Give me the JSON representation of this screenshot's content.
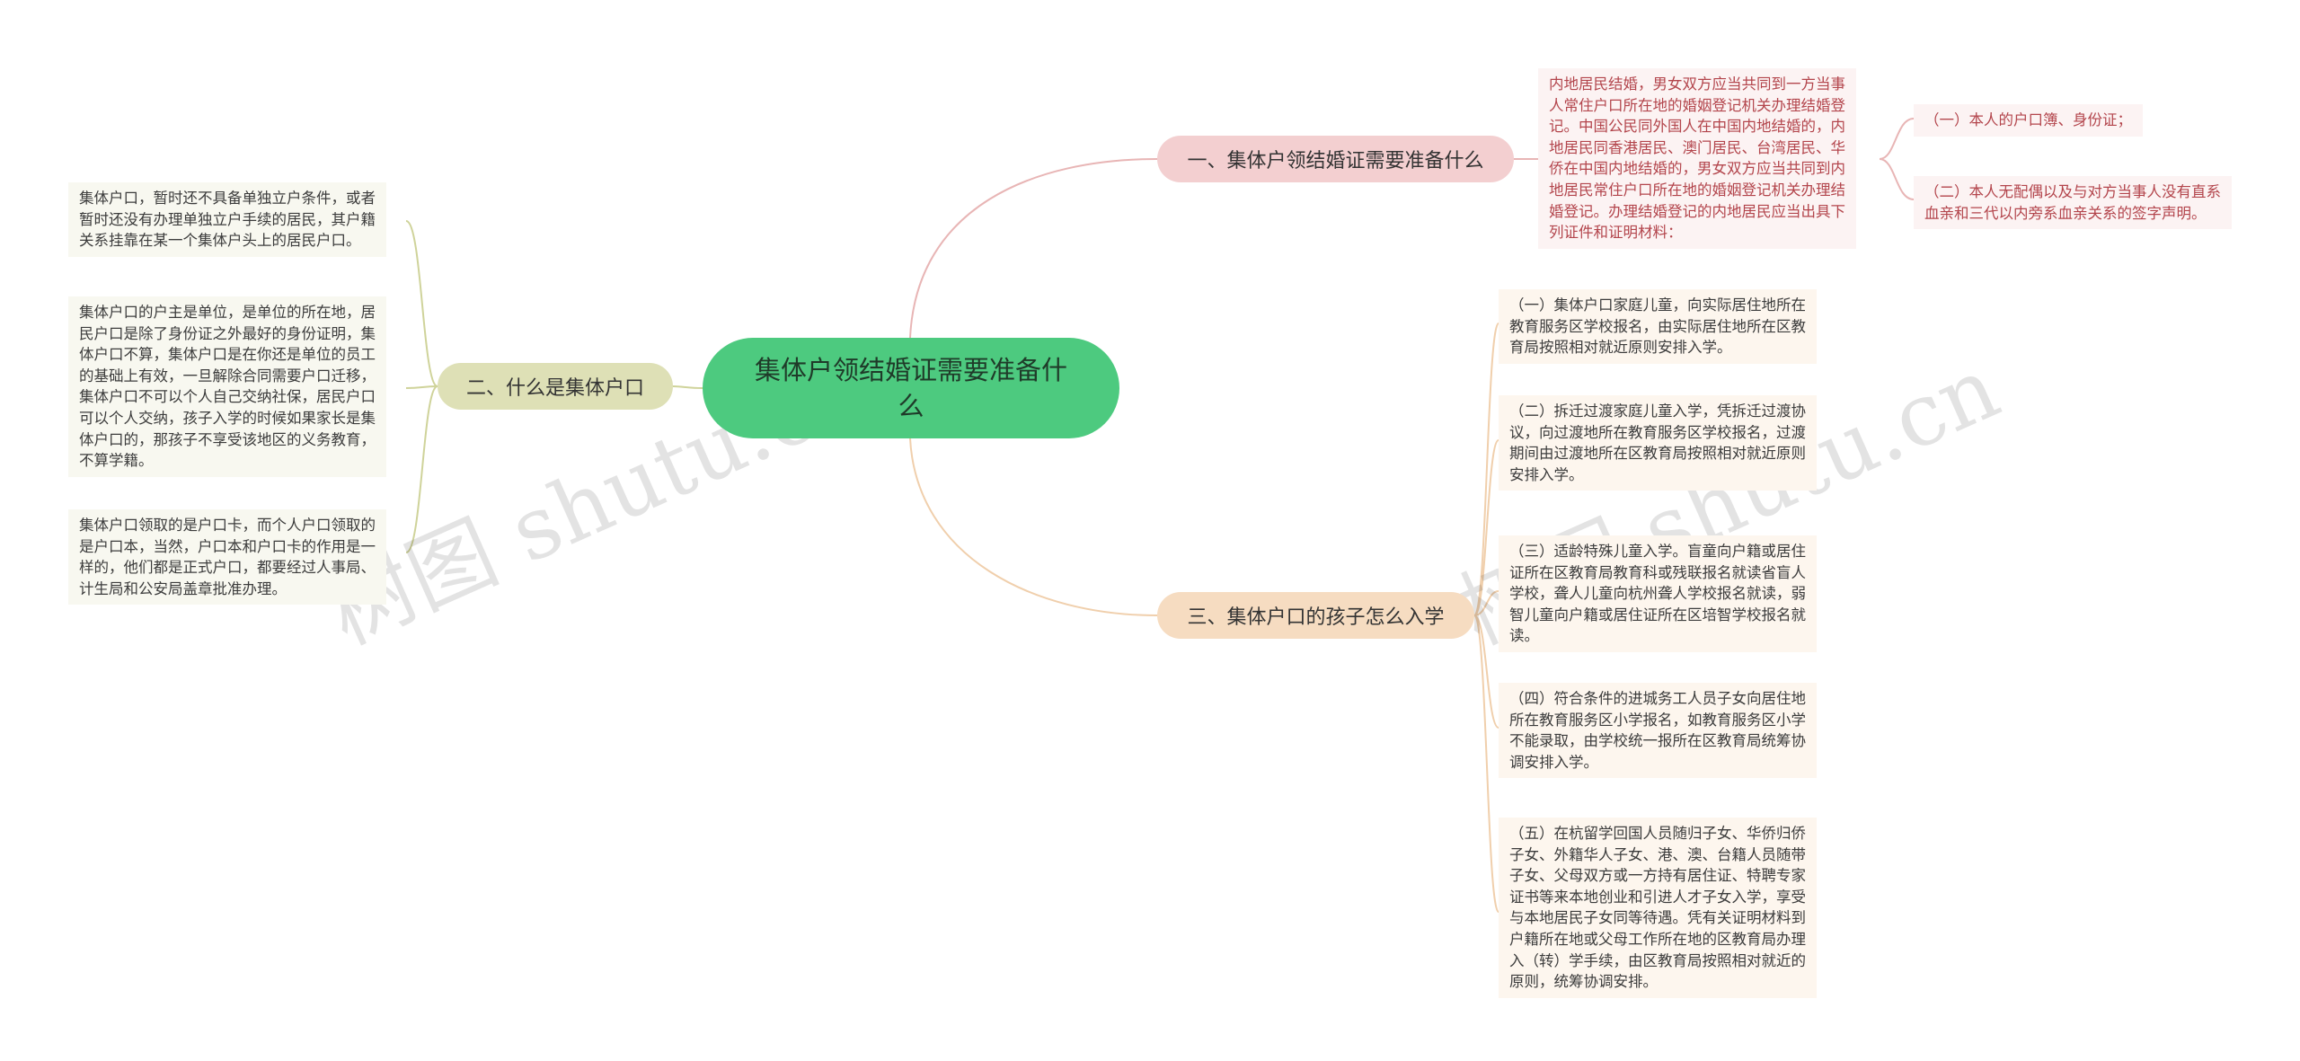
{
  "root": {
    "label": "集体户领结婚证需要准备什么"
  },
  "branches": [
    {
      "label": "一、集体户领结婚证需要准备什么",
      "details": [
        "内地居民结婚，男女双方应当共同到一方当事",
        "人常住户口所在地的婚姻登记机关办理结婚登",
        "记。中国公民同外国人在中国内地结婚的，内",
        "地居民同香港居民、澳门居民、台湾居民、华",
        "侨在中国内地结婚的，男女双方应当共同到内",
        "地居民常住户口所在地的婚姻登记机关办理结",
        "婚登记。办理结婚登记的内地居民应当出具下",
        "列证件和证明材料："
      ],
      "sub": [
        [
          "（一）本人的户口簿、身份证；"
        ],
        [
          "（二）本人无配偶以及与对方当事人没有直系",
          "血亲和三代以内旁系血亲关系的签字声明。"
        ]
      ]
    },
    {
      "label": "二、什么是集体户口",
      "leaves": [
        [
          "集体户口，暂时还不具备单独立户条件，或者",
          "暂时还没有办理单独立户手续的居民，其户籍",
          "关系挂靠在某一个集体户头上的居民户口。"
        ],
        [
          "集体户口的户主是单位，是单位的所在地，居",
          "民户口是除了身份证之外最好的身份证明，集",
          "体户口不算，集体户口是在你还是单位的员工",
          "的基础上有效，一旦解除合同需要户口迁移，",
          "集体户口不可以个人自己交纳社保，居民户口",
          "可以个人交纳，孩子入学的时候如果家长是集",
          "体户口的，那孩子不享受该地区的义务教育，",
          "不算学籍。"
        ],
        [
          "集体户口领取的是户口卡，而个人户口领取的",
          "是户口本，当然，户口本和户口卡的作用是一",
          "样的，他们都是正式户口，都要经过人事局、",
          "计生局和公安局盖章批准办理。"
        ]
      ]
    },
    {
      "label": "三、集体户口的孩子怎么入学",
      "leaves": [
        [
          "（一）集体户口家庭儿童，向实际居住地所在",
          "教育服务区学校报名，由实际居住地所在区教",
          "育局按照相对就近原则安排入学。"
        ],
        [
          "（二）拆迁过渡家庭儿童入学，凭拆迁过渡协",
          "议，向过渡地所在教育服务区学校报名，过渡",
          "期间由过渡地所在区教育局按照相对就近原则",
          "安排入学。"
        ],
        [
          "（三）适龄特殊儿童入学。盲童向户籍或居住",
          "证所在区教育局教育科或残联报名就读省盲人",
          "学校，聋人儿童向杭州聋人学校报名就读，弱",
          "智儿童向户籍或居住证所在区培智学校报名就",
          "读。"
        ],
        [
          "（四）符合条件的进城务工人员子女向居住地",
          "所在教育服务区小学报名，如教育服务区小学",
          "不能录取，由学校统一报所在区教育局统筹协",
          "调安排入学。"
        ],
        [
          "（五）在杭留学回国人员随归子女、华侨归侨",
          "子女、外籍华人子女、港、澳、台籍人员随带",
          "子女、父母双方或一方持有居住证、特聘专家",
          "证书等来本地创业和引进人才子女入学，享受",
          "与本地居民子女同等待遇。凭有关证明材料到",
          "户籍所在地或父母工作所在地的区教育局办理",
          "入（转）学手续，由区教育局按照相对就近的",
          "原则，统筹协调安排。"
        ]
      ]
    }
  ],
  "watermark": "树图 shutu.cn",
  "colors": {
    "root": "#4dca7f",
    "branch1": "#f3cfd0",
    "branch2": "#dee0b6",
    "branch3": "#f6dcc1",
    "text_red": "#b3454c"
  }
}
